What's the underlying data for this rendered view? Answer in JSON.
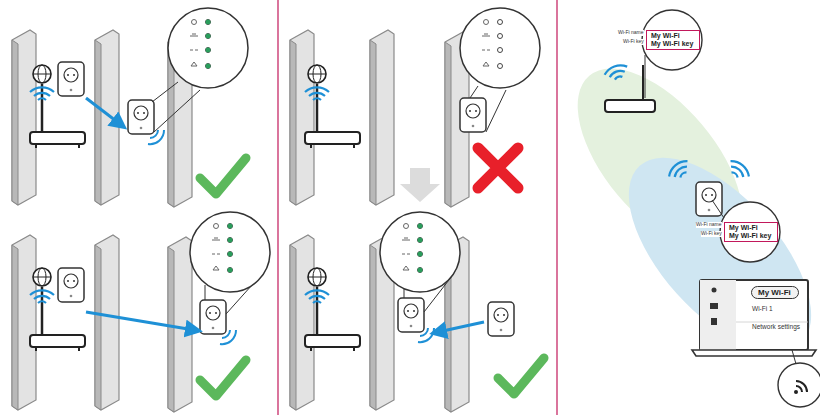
{
  "diagram": {
    "nodes": [
      {
        "text": [
          "My Wi-Fi",
          "My Wi-Fi key"
        ]
      },
      {
        "text": [
          "My Wi-Fi",
          "My Wi-Fi key"
        ]
      },
      {
        "text": [
          "My Wi-Fi"
        ]
      }
    ],
    "labels": [
      "Wi-Fi name",
      "Wi-Fi key",
      "Wi-Fi name",
      "Wi-Fi key",
      "Wi-Fi 1",
      "Network settings"
    ]
  }
}
